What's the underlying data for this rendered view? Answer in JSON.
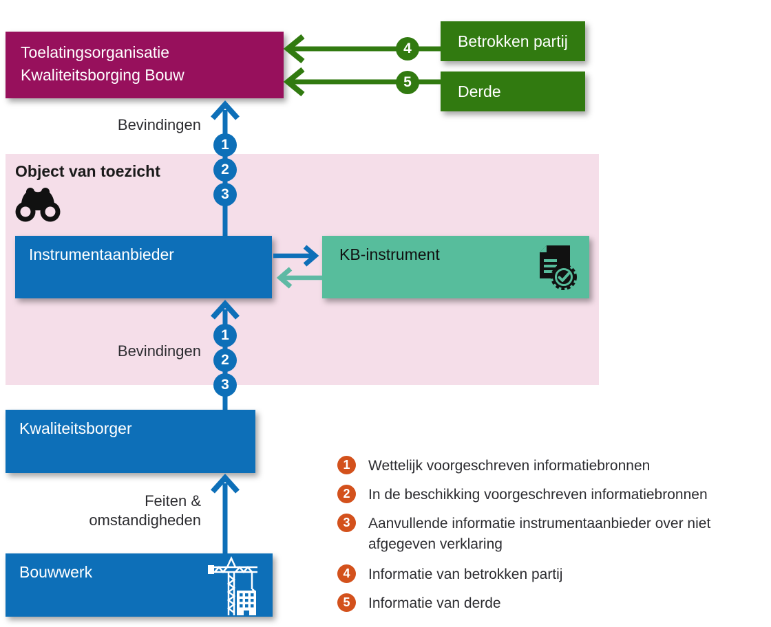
{
  "title_box": {
    "line1": "Toelatingsorganisatie",
    "line2": "Kwaliteitsborging Bouw"
  },
  "source_boxes": {
    "betrokken_partij": "Betrokken partij",
    "derde": "Derde"
  },
  "region": {
    "label": "Object van toezicht"
  },
  "entity_boxes": {
    "instrumentaanbieder": "Instrumentaanbieder",
    "kb_instrument": "KB-instrument",
    "kwaliteitsborger": "Kwaliteitsborger",
    "bouwwerk": "Bouwwerk"
  },
  "flow_labels": {
    "bevindingen_top": "Bevindingen",
    "bevindingen_bottom": "Bevindingen",
    "feiten_line1": "Feiten &",
    "feiten_line2": "omstandigheden"
  },
  "markers": {
    "top": [
      "1",
      "2",
      "3"
    ],
    "bottom": [
      "1",
      "2",
      "3"
    ],
    "betrokken_partij": "4",
    "derde": "5"
  },
  "legend": [
    {
      "num": "1",
      "text": "Wettelijk voorgeschreven informatiebronnen"
    },
    {
      "num": "2",
      "text": "In de beschikking voorgeschreven informatiebronnen"
    },
    {
      "num": "3",
      "text": "Aanvullende informatie instrumentaanbieder over niet afgegeven verklaring"
    },
    {
      "num": "4",
      "text": "Informatie van betrokken partij"
    },
    {
      "num": "5",
      "text": "Informatie van derde"
    }
  ],
  "colors": {
    "blue": "#0d6fb8",
    "magenta": "#97105c",
    "green": "#317a10",
    "teal": "#57bd9c",
    "teal_arrow": "#5eb9a4",
    "pink": "#f5dee9",
    "orange": "#d3511c",
    "text": "#2c2c30"
  }
}
